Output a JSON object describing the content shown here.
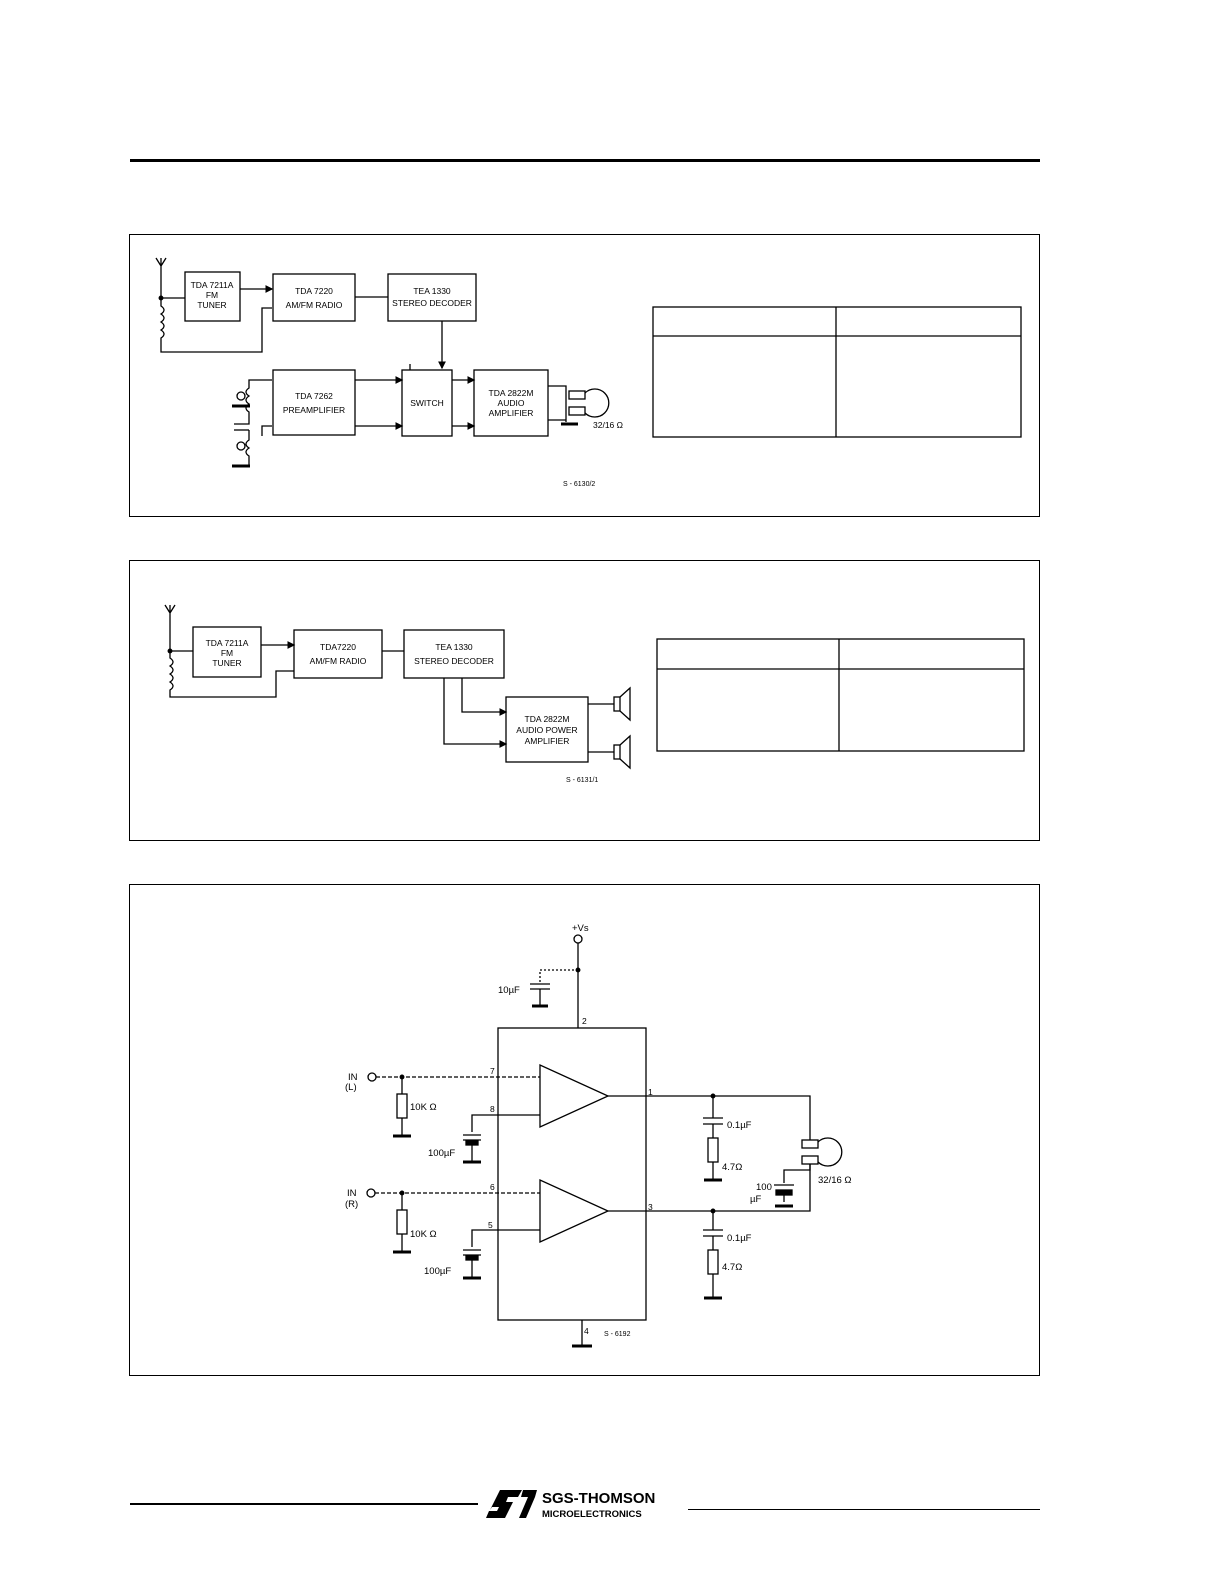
{
  "figure1": {
    "tuner": [
      "TDA 7211A",
      "FM",
      "TUNER"
    ],
    "radio": [
      "TDA 7220",
      "AM/FM RADIO"
    ],
    "decoder": [
      "TEA 1330",
      "STEREO DECODER"
    ],
    "preamp": [
      "TDA 7262",
      "PREAMPLIFIER"
    ],
    "switch": "SWITCH",
    "amplifier": [
      "TDA 2822M",
      "AUDIO",
      "AMPLIFIER"
    ],
    "load": "32/16 Ω",
    "ref": "S - 6130/2"
  },
  "figure2": {
    "tuner": [
      "TDA 7211A",
      "FM",
      "TUNER"
    ],
    "radio": [
      "TDA7220",
      "AM/FM RADIO"
    ],
    "decoder": [
      "TEA 1330",
      "STEREO DECODER"
    ],
    "amplifier": [
      "TDA 2822M",
      "AUDIO POWER",
      "AMPLIFIER"
    ],
    "ref": "S - 6131/1"
  },
  "figure3": {
    "supply": "+Vs",
    "supply_cap": "10µF",
    "in_left": [
      "IN",
      "(L)"
    ],
    "in_right": [
      "IN",
      "(R)"
    ],
    "res_left": "10K Ω",
    "res_right": "10K Ω",
    "cap_left": "100µF",
    "cap_right": "100µF",
    "pins": [
      "1",
      "2",
      "3",
      "4",
      "5",
      "6",
      "7",
      "8"
    ],
    "out_cap_1": "0.1µF",
    "out_res_1": "4.7Ω",
    "out_cap_2": "0.1µF",
    "out_res_2": "4.7Ω",
    "out_coupling_cap": [
      "100",
      "µF"
    ],
    "load": "32/16 Ω",
    "ref": "S - 6192"
  },
  "footer": {
    "brand": "SGS-THOMSON",
    "subbrand": "MICROELECTRONICS"
  }
}
